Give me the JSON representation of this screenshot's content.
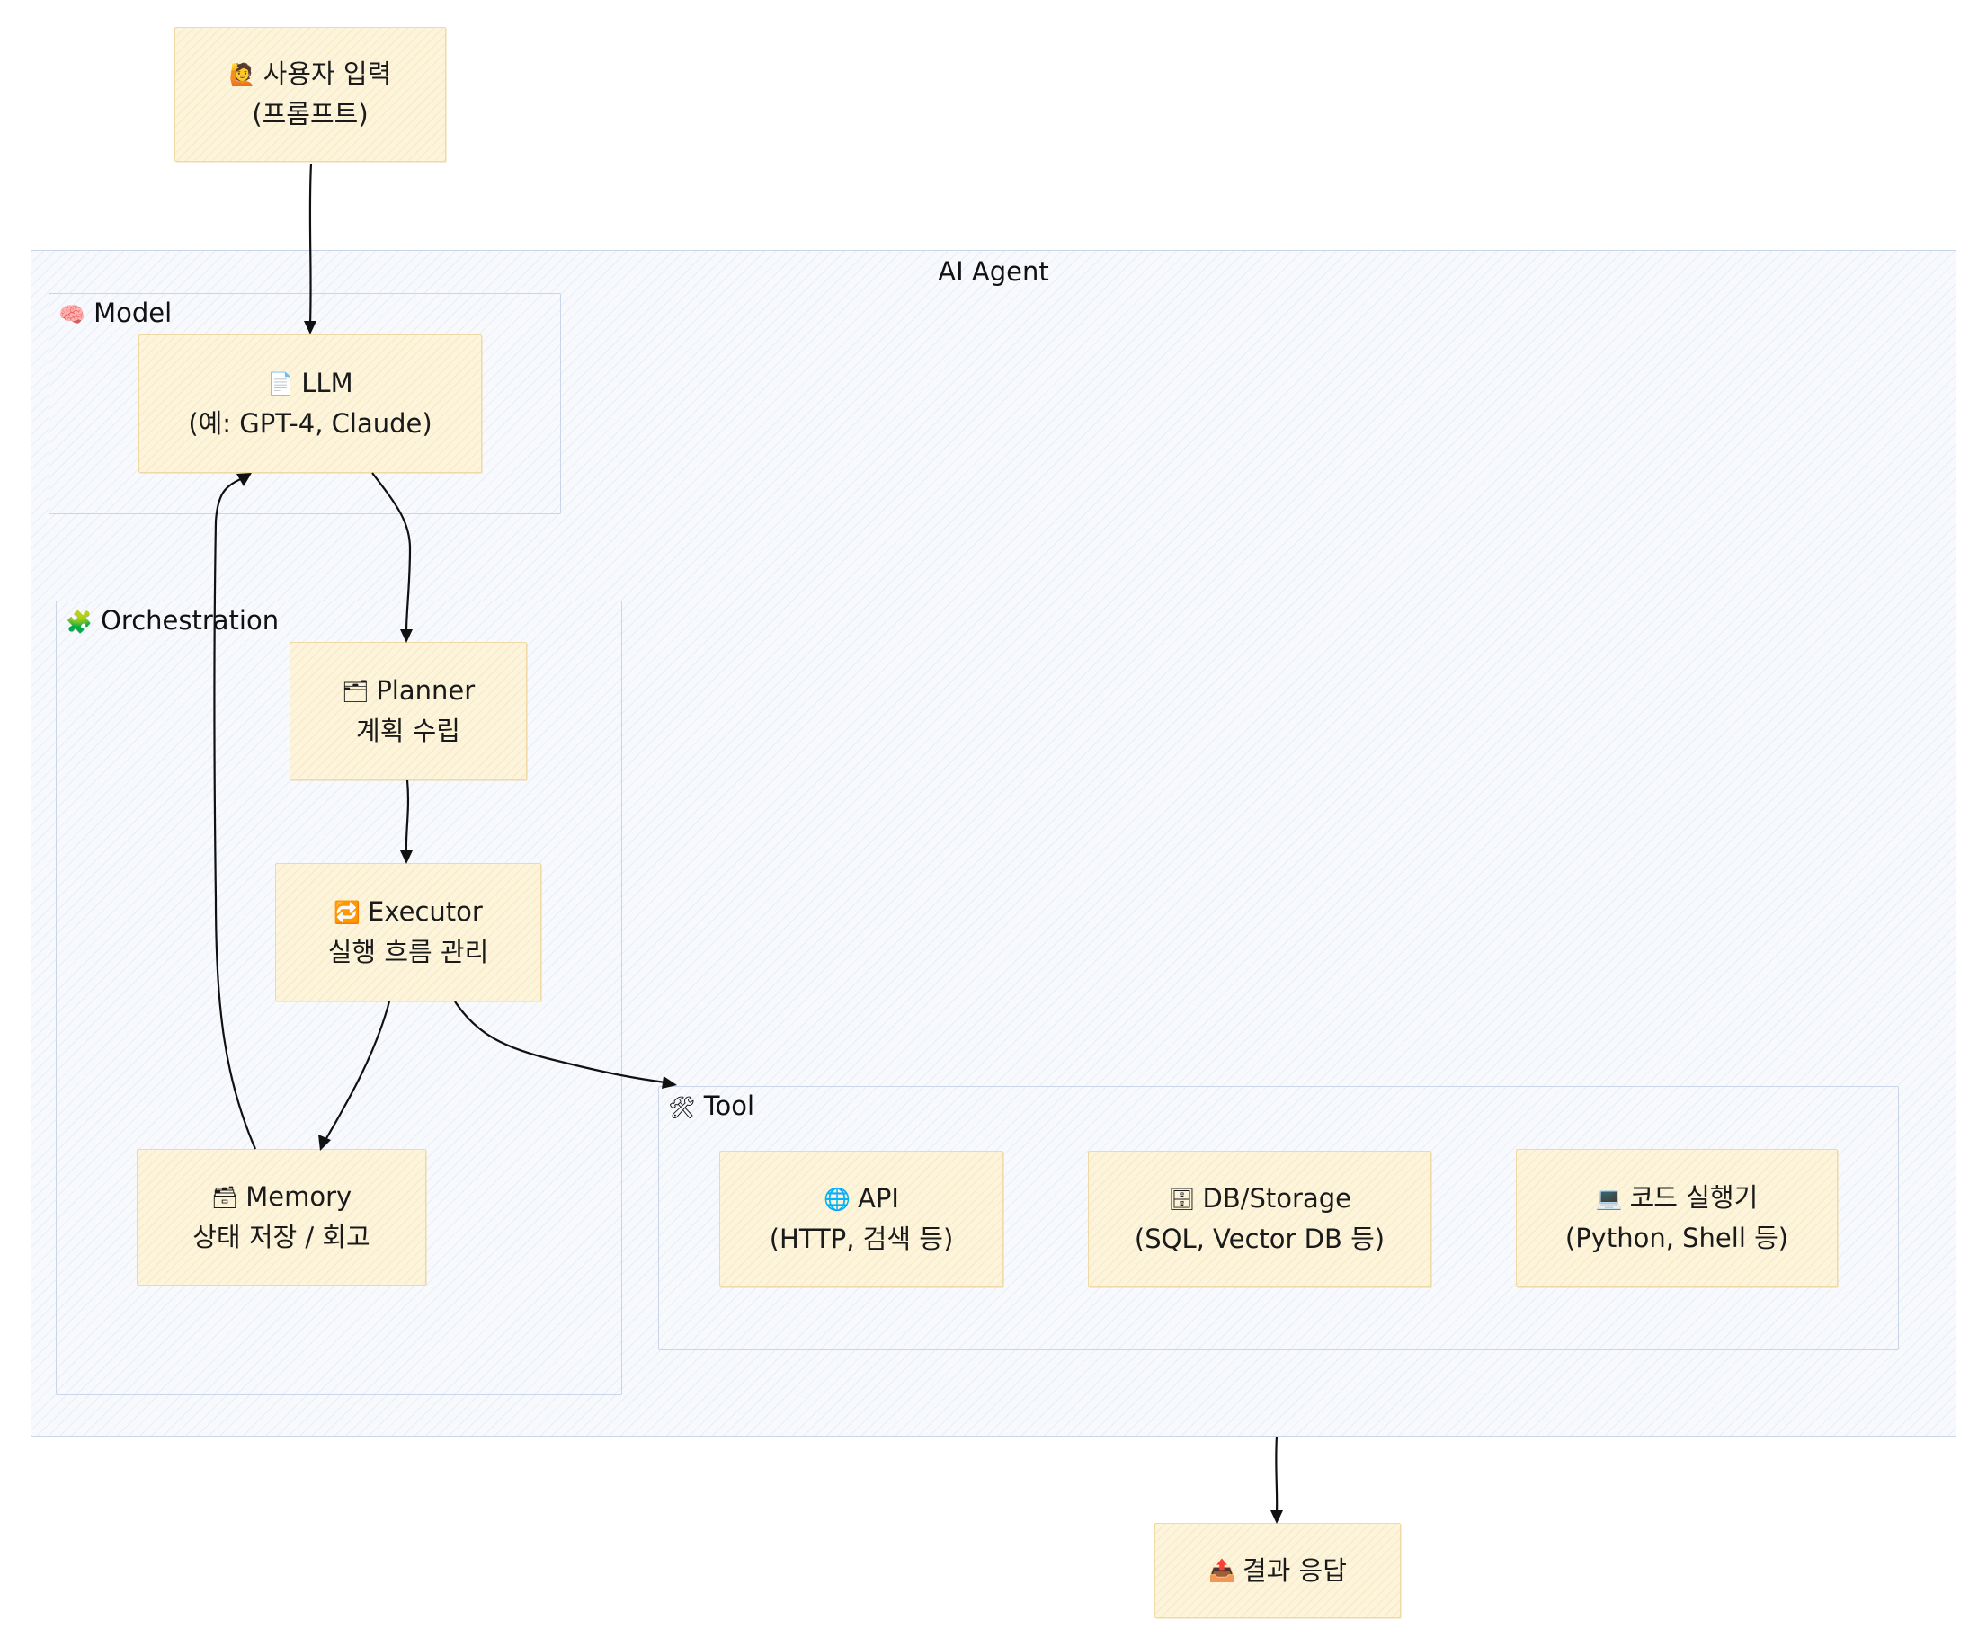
{
  "groups": {
    "agent": {
      "title": "AI Agent"
    },
    "model": {
      "title": "Model",
      "icon": "brain-icon",
      "glyph": "🧠"
    },
    "orchestration": {
      "title": "Orchestration",
      "icon": "puzzle-icon",
      "glyph": "🧩"
    },
    "tool": {
      "title": "Tool",
      "icon": "tools-icon",
      "glyph": "🛠"
    }
  },
  "nodes": {
    "user_input": {
      "icon": "person-icon",
      "glyph": "🙋",
      "label": "사용자 입력",
      "sub": "(프롬프트)"
    },
    "llm": {
      "icon": "document-icon",
      "glyph": "📄",
      "label": "LLM",
      "sub": "(예: GPT-4, Claude)"
    },
    "planner": {
      "icon": "folders-icon",
      "glyph": "🗂",
      "label": "Planner",
      "sub": "계획 수립"
    },
    "executor": {
      "icon": "loop-icon",
      "glyph": "🔁",
      "label": "Executor",
      "sub": "실행 흐름 관리"
    },
    "memory": {
      "icon": "storage-box-icon",
      "glyph": "🗃",
      "label": "Memory",
      "sub": "상태 저장 / 회고"
    },
    "api": {
      "icon": "globe-icon",
      "glyph": "🌐",
      "label": "API",
      "sub": "(HTTP, 검색 등)"
    },
    "db": {
      "icon": "cabinet-icon",
      "glyph": "🗄",
      "label": "DB/Storage",
      "sub": "(SQL, Vector DB 등)"
    },
    "code": {
      "icon": "laptop-icon",
      "glyph": "💻",
      "label": "코드 실행기",
      "sub": "(Python, Shell 등)"
    },
    "result": {
      "icon": "outbox-icon",
      "glyph": "📤",
      "label": "결과 응답"
    }
  },
  "edges": [
    {
      "from": "user_input",
      "to": "llm"
    },
    {
      "from": "llm",
      "to": "planner"
    },
    {
      "from": "planner",
      "to": "executor"
    },
    {
      "from": "executor",
      "to": "memory"
    },
    {
      "from": "executor",
      "to": "tool"
    },
    {
      "from": "memory",
      "to": "llm"
    },
    {
      "from": "agent",
      "to": "result"
    }
  ]
}
